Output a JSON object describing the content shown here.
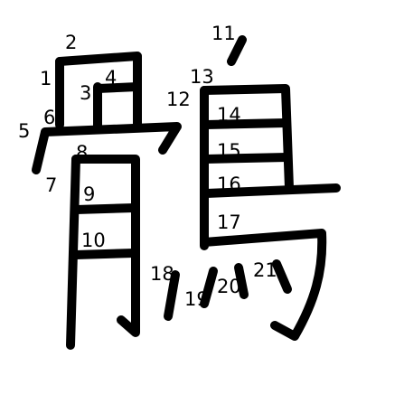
{
  "stroke_numbers": [
    "1",
    "2",
    "3",
    "4",
    "5",
    "6",
    "7",
    "8",
    "9",
    "10",
    "11",
    "12",
    "13",
    "14",
    "15",
    "16",
    "17",
    "18",
    "19",
    "20",
    "21"
  ],
  "colors": {
    "background": "#ffffff",
    "ink": "#000000"
  }
}
